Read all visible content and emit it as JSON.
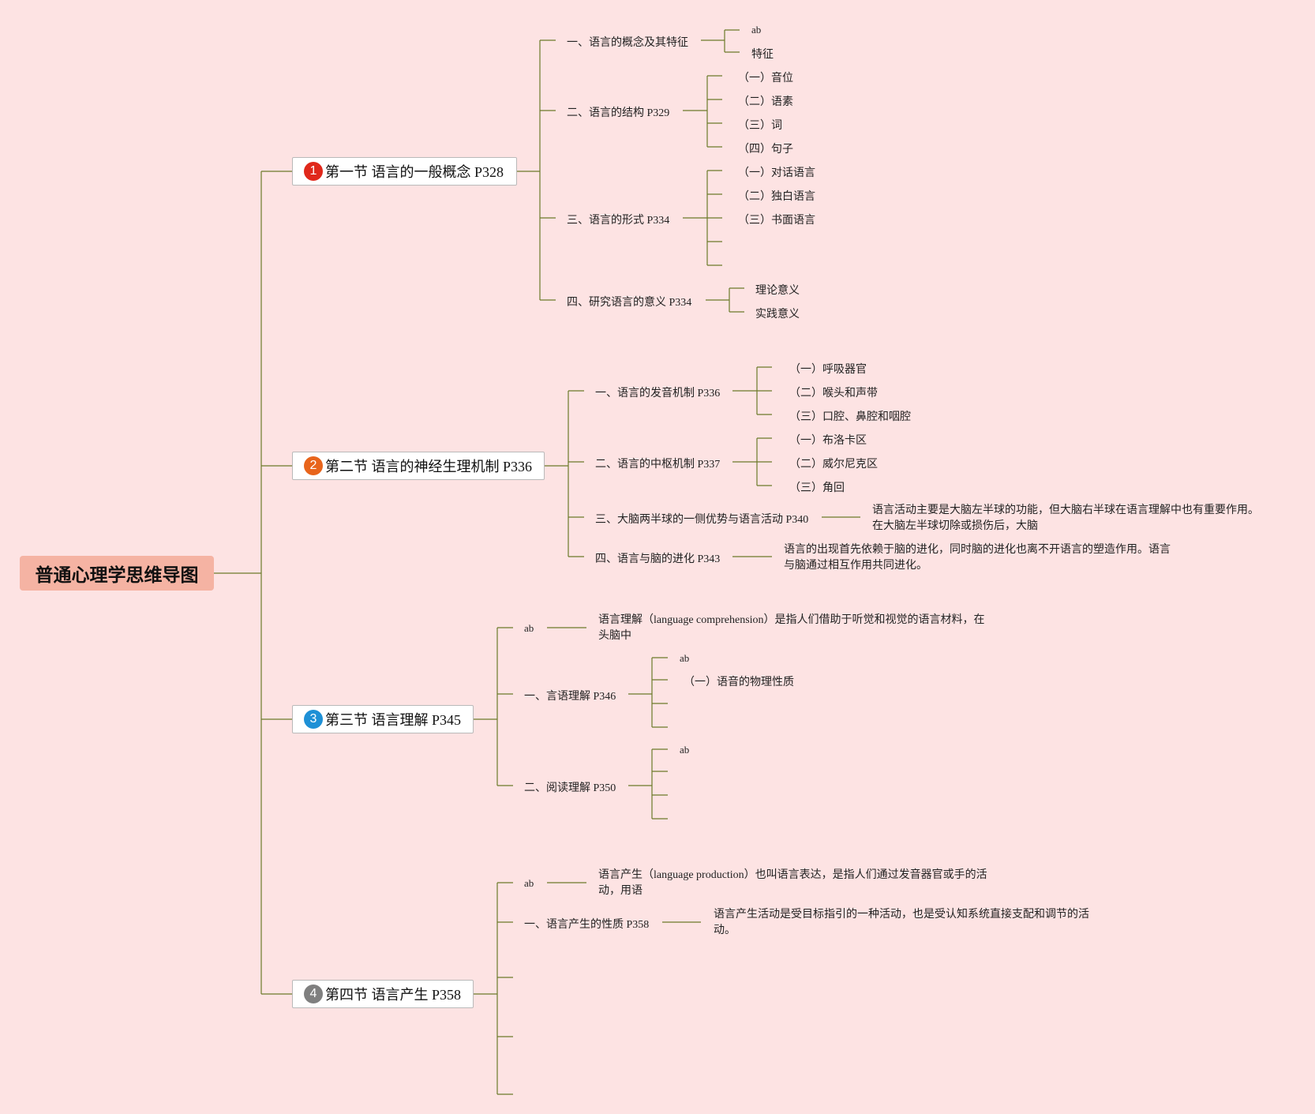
{
  "root": {
    "title": "普通心理学思维导图"
  },
  "colors": {
    "background": "#fde3e3",
    "root_fill": "#f5b3a3",
    "line": "#6b7a2a",
    "badge1": "#e0281b",
    "badge2": "#e8641b",
    "badge3": "#1e90d6",
    "badge4": "#7f7f7f"
  },
  "sections": [
    {
      "badge": "1",
      "title": "第一节 语言的一般概念 P328",
      "children": [
        {
          "label": "一、语言的概念及其特征",
          "children": [
            "ab",
            "特征"
          ]
        },
        {
          "label": "二、语言的结构 P329",
          "children": [
            "（一）音位",
            "（二）语素",
            "（三）词",
            "（四）句子"
          ]
        },
        {
          "label": "三、语言的形式 P334",
          "children": [
            "（一）对话语言",
            "（二）独白语言",
            "（三）书面语言",
            "",
            ""
          ]
        },
        {
          "label": "四、研究语言的意义 P334",
          "children": [
            "理论意义",
            "实践意义"
          ]
        }
      ]
    },
    {
      "badge": "2",
      "title": "第二节 语言的神经生理机制 P336",
      "children": [
        {
          "label": "一、语言的发音机制 P336",
          "children": [
            "（一）呼吸器官",
            "（二）喉头和声带",
            "（三）口腔、鼻腔和咽腔"
          ]
        },
        {
          "label": "二、语言的中枢机制 P337",
          "children": [
            "（一）布洛卡区",
            "（二）威尔尼克区",
            "（三）角回"
          ]
        },
        {
          "label": "三、大脑两半球的一侧优势与语言活动 P340",
          "note": "语言活动主要是大脑左半球的功能，但大脑右半球在语言理解中也有重要作用。在大脑左半球切除或损伤后，大脑"
        },
        {
          "label": "四、语言与脑的进化 P343",
          "note": "语言的出现首先依赖于脑的进化，同时脑的进化也离不开语言的塑造作用。语言与脑通过相互作用共同进化。"
        }
      ]
    },
    {
      "badge": "3",
      "title": "第三节 语言理解 P345",
      "children": [
        {
          "label": "ab",
          "note": "语言理解（language comprehension）是指人们借助于听觉和视觉的语言材料，在头脑中"
        },
        {
          "label": "一、言语理解 P346",
          "children": [
            "ab",
            "（一）语音的物理性质",
            "",
            ""
          ]
        },
        {
          "label": "二、阅读理解 P350",
          "children": [
            "ab",
            "",
            "",
            ""
          ]
        }
      ]
    },
    {
      "badge": "4",
      "title": "第四节 语言产生 P358",
      "children": [
        {
          "label": "ab",
          "note": "语言产生（language production）也叫语言表达，是指人们通过发音器官或手的活动，用语"
        },
        {
          "label": "一、语言产生的性质 P358",
          "note": "语言产生活动是受目标指引的一种活动，也是受认知系统直接支配和调节的活动。"
        },
        {
          "label": ""
        },
        {
          "label": ""
        },
        {
          "label": ""
        },
        {
          "label": ""
        }
      ]
    }
  ]
}
